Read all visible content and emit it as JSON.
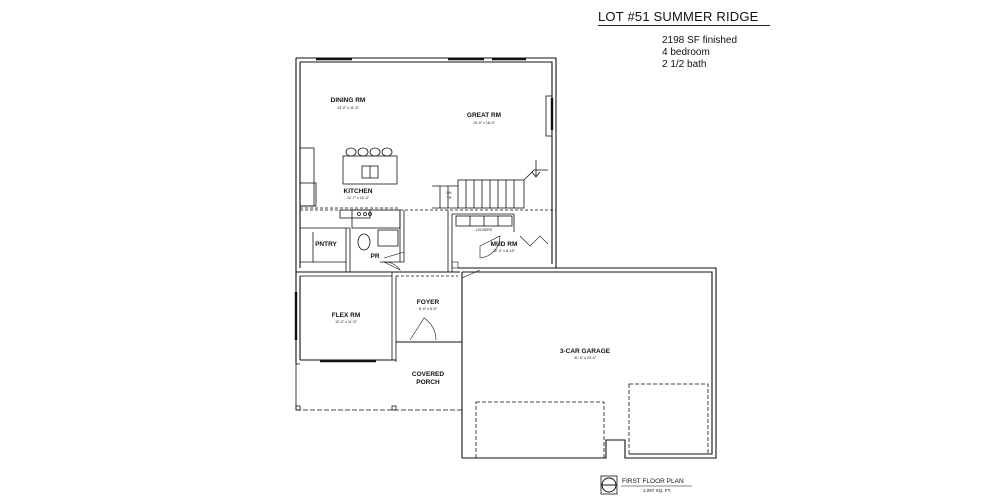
{
  "header": {
    "title": "LOT #51 SUMMER RIDGE",
    "specs": [
      "2198 SF finished",
      "4 bedroom",
      "2 1/2 bath"
    ]
  },
  "rooms": {
    "dining": {
      "name": "DINING RM",
      "dims": "13'-0\" x 11'-0\""
    },
    "great": {
      "name": "GREAT RM",
      "dims": "19'-0\" x 16'-0\""
    },
    "kitchen": {
      "name": "KITCHEN",
      "dims": "12'-7\" x 10'-0\""
    },
    "pantry": {
      "name": "PNTRY"
    },
    "powder": {
      "name": "PR"
    },
    "mud": {
      "name": "MUD RM",
      "dims": "12'-3\" x 8'-10\""
    },
    "flex": {
      "name": "FLEX RM",
      "dims": "12'-0\" x 11'-0\""
    },
    "foyer": {
      "name": "FOYER",
      "dims": "6'-0\" x 8'-0\""
    },
    "porch": {
      "name_line1": "COVERED",
      "name_line2": "PORCH"
    },
    "garage": {
      "name": "3-CAR GARAGE",
      "dims": "31'-0\" x 23'-0\""
    }
  },
  "annotations": {
    "stair_dn": "DN",
    "stair_treads": "TR",
    "lockers": "LOCKERS"
  },
  "footer": {
    "plan_name": "FIRST FLOOR PLAN",
    "plan_area": "1,097 SQ. FT."
  }
}
